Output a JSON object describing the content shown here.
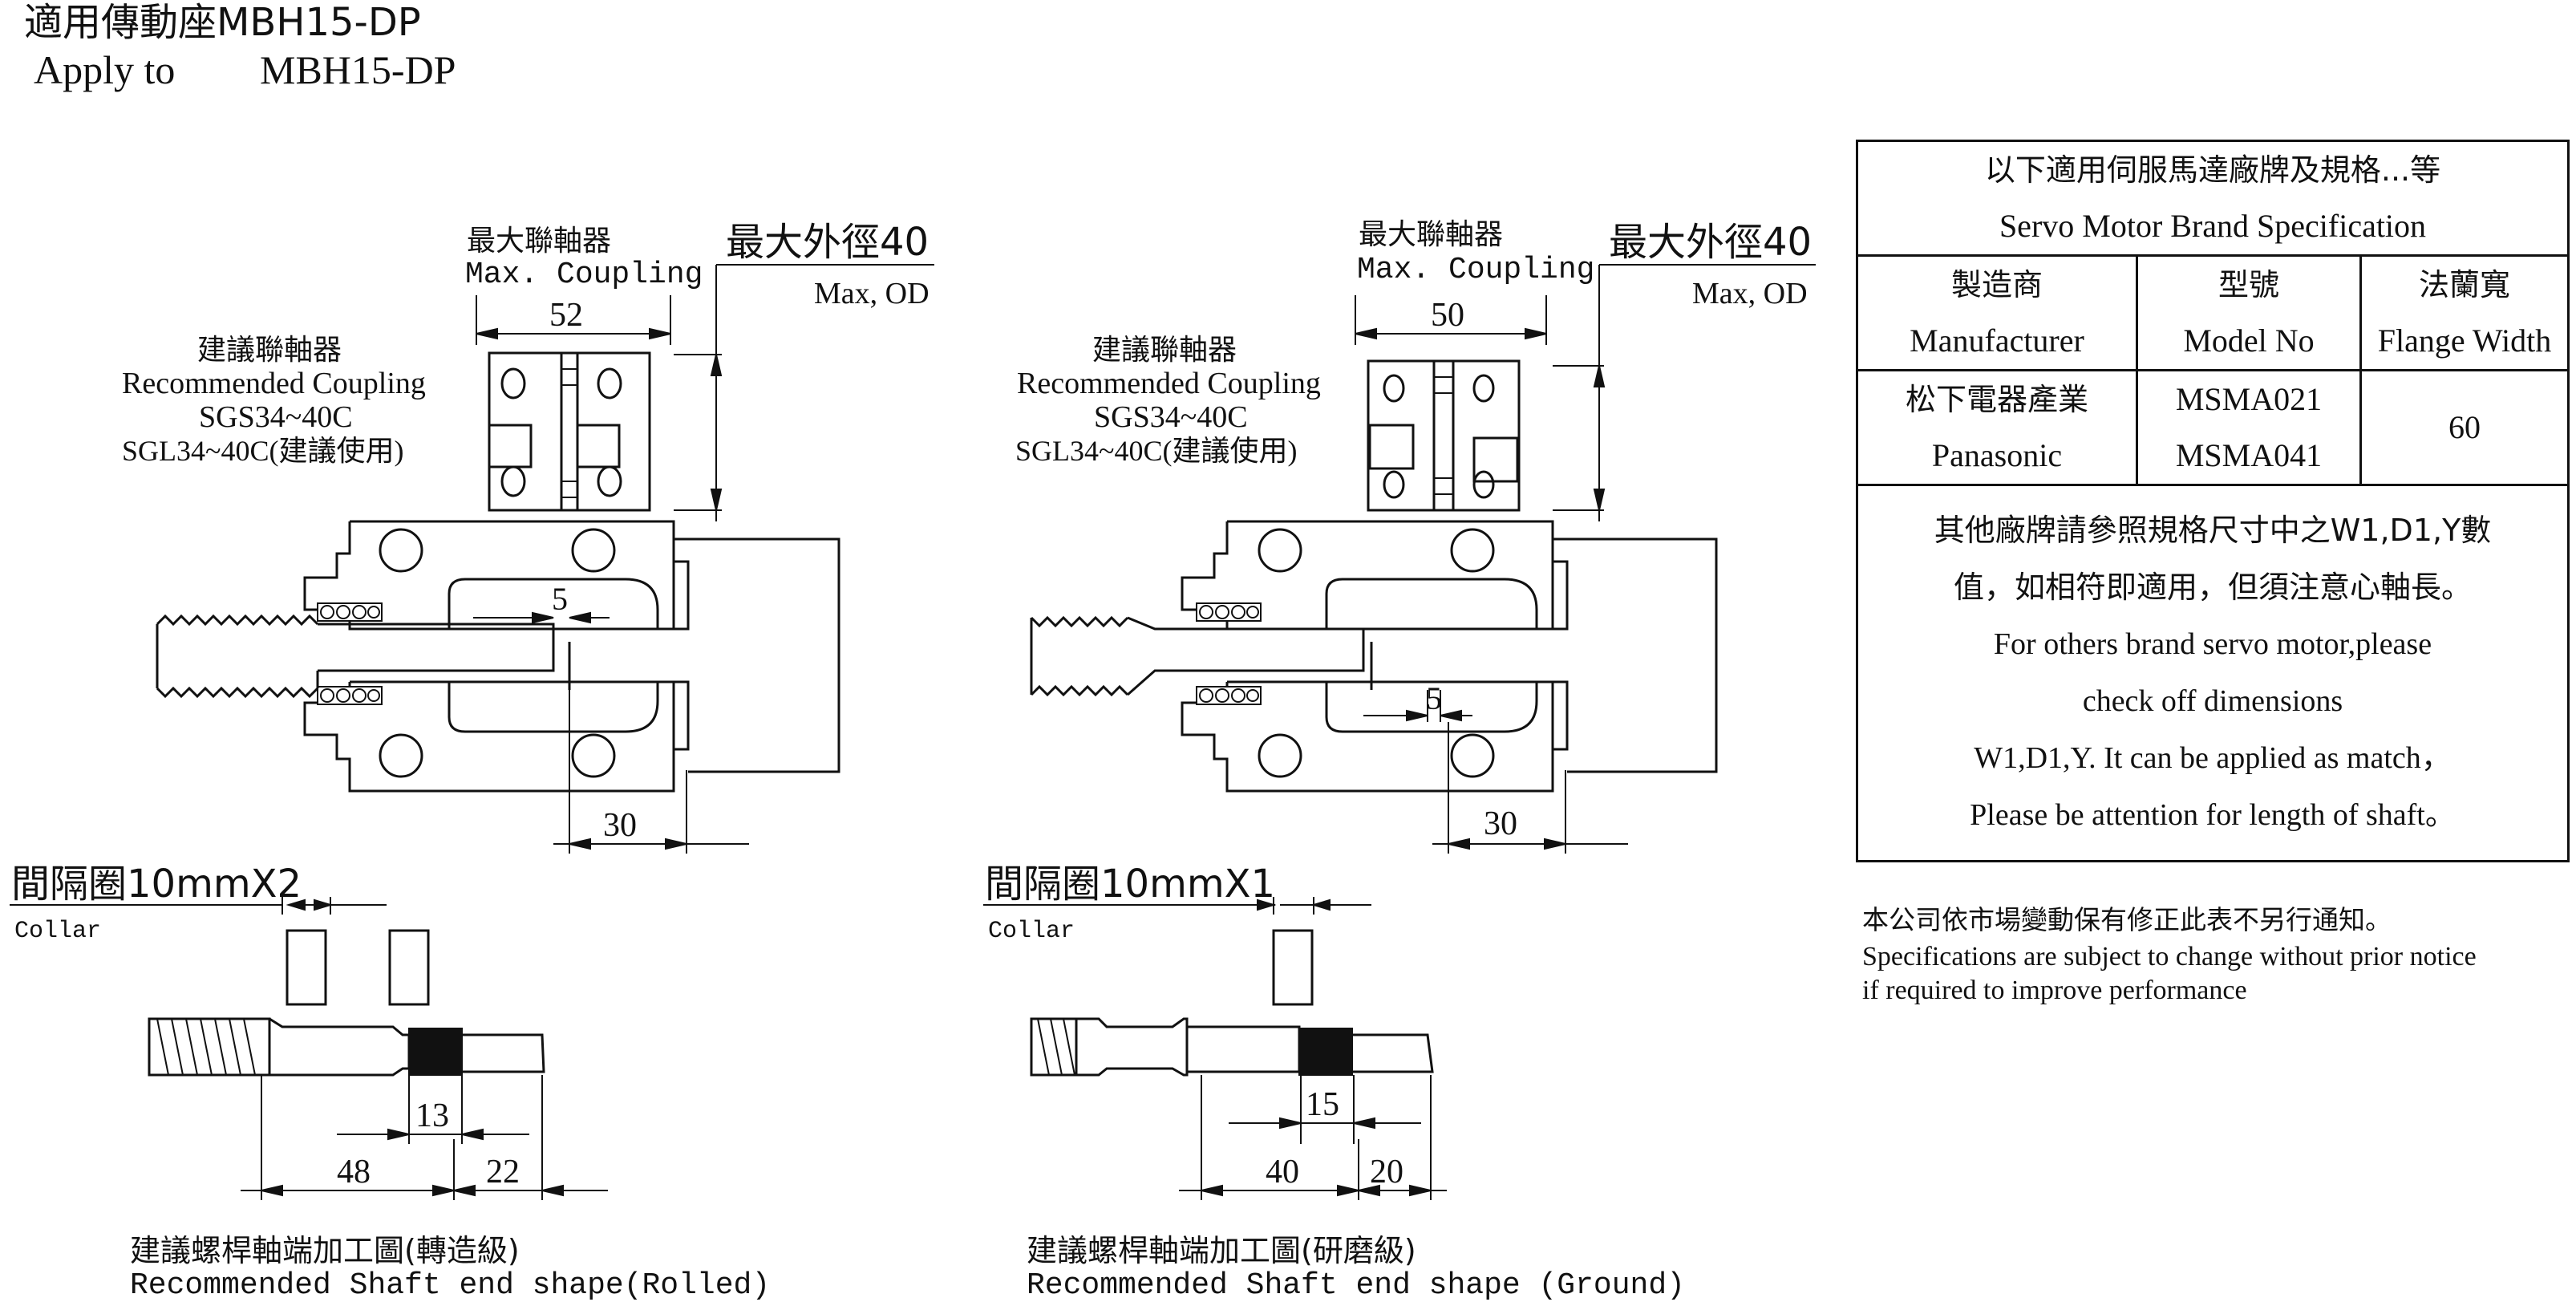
{
  "header": {
    "title_zh": "適用傳動座MBH15-DP",
    "apply_label": "Apply to",
    "apply_model": "MBH15-DP"
  },
  "left": {
    "coupling_max_zh": "最大聯軸器",
    "coupling_max_en": "Max.  Coupling",
    "coupling_width": "52",
    "od_zh": "最大外徑40",
    "od_en": "Max, OD",
    "rec_zh": "建議聯軸器",
    "rec_en": "Recommended Coupling",
    "rec_model_1": "SGS34~40C",
    "rec_model_2": "SGL34~40C(建議使用)",
    "dim_gap": "5",
    "dim_30": "30",
    "collar_zh": "間隔圈10mmX2",
    "collar_en": "Collar",
    "dim_13": "13",
    "dim_48": "48",
    "dim_22": "22",
    "shaft_zh": "建議螺桿軸端加工圖(轉造級)",
    "shaft_en": "Recommended Shaft end shape(Rolled)"
  },
  "right": {
    "coupling_max_zh": "最大聯軸器",
    "coupling_max_en": "Max.  Coupling",
    "coupling_width": "50",
    "od_zh": "最大外徑40",
    "od_en": "Max, OD",
    "rec_zh": "建議聯軸器",
    "rec_en": "Recommended Coupling",
    "rec_model_1": "SGS34~40C",
    "rec_model_2": "SGL34~40C(建議使用)",
    "dim_gap": "5",
    "dim_30": "30",
    "collar_zh": "間隔圈10mmX1",
    "collar_en": "Collar",
    "dim_15": "15",
    "dim_40": "40",
    "dim_20": "20",
    "shaft_zh": "建議螺桿軸端加工圖(研磨級)",
    "shaft_en": "Recommended Shaft end shape (Ground)"
  },
  "table": {
    "title_zh": "以下適用伺服馬達廠牌及規格...等",
    "title_en": "Servo Motor Brand Specification",
    "col1_zh": "製造商",
    "col1_en": "Manufacturer",
    "col2_zh": "型號",
    "col2_en": "Model No",
    "col3_zh": "法蘭寬",
    "col3_en": "Flange Width",
    "maker_zh": "松下電器產業",
    "maker_en": "Panasonic",
    "model_1": "MSMA021",
    "model_2": "MSMA041",
    "flange": "60",
    "note_1": "其他廠牌請參照規格尺寸中之W1,D1,Y數",
    "note_2": "值，如相符即適用，但須注意心軸長。",
    "note_3": "For others brand servo motor,please",
    "note_4": "check off dimensions",
    "note_5": "W1,D1,Y. It can be applied as match，",
    "note_6": "Please be attention for length of shaft。"
  },
  "disclaimer": {
    "zh": "本公司依市場變動保有修正此表不另行通知。",
    "en_1": "Specifications are subject to change without prior notice",
    "en_2": " if required to improve performance"
  }
}
